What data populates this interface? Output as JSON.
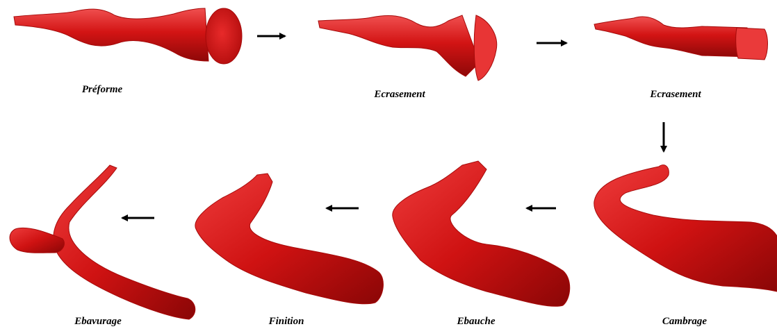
{
  "stages": [
    {
      "label": "Préforme"
    },
    {
      "label": "Ecrasement"
    },
    {
      "label": "Ecrasement"
    },
    {
      "label": "Cambrage"
    },
    {
      "label": "Ebauche"
    },
    {
      "label": "Finition"
    },
    {
      "label": "Ebavurage"
    }
  ],
  "colors": {
    "part": "#d31414",
    "part_dark": "#8e0808",
    "part_light": "#f05050",
    "arrow": "#000000"
  }
}
